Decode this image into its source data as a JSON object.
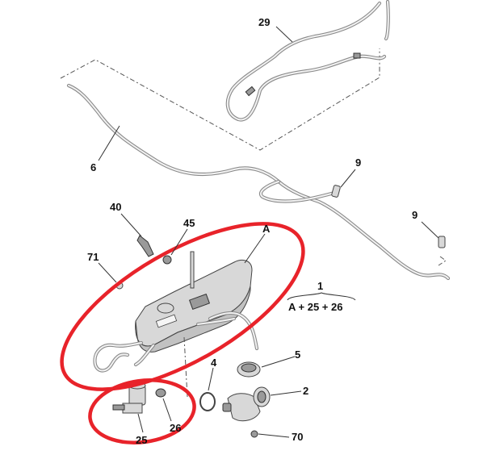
{
  "diagram": {
    "part_labels": {
      "p29": "29",
      "p6": "6",
      "p9a": "9",
      "p9b": "9",
      "p40": "40",
      "p45": "45",
      "pA": "A",
      "p71": "71",
      "p1": "1",
      "kit": "A + 25 + 26",
      "p5": "5",
      "p4": "4",
      "p2": "2",
      "p26": "26",
      "p25": "25",
      "p70": "70"
    },
    "highlight_color": "#e8232a"
  }
}
